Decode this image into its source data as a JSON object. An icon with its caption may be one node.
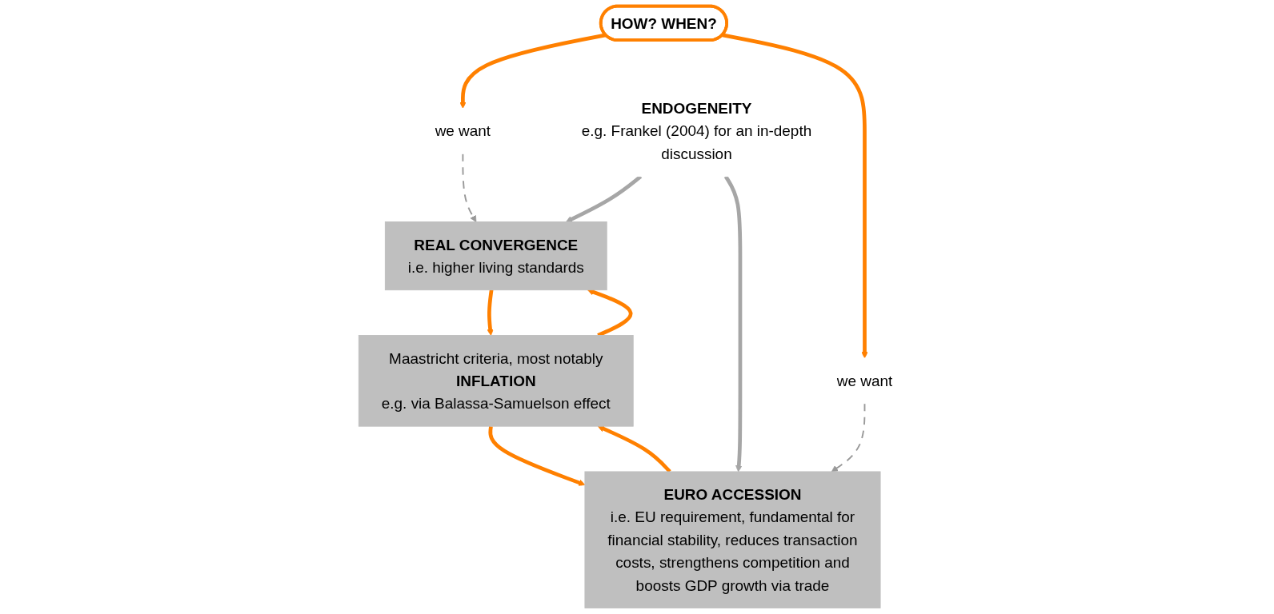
{
  "diagram": {
    "nodes": [
      {
        "text": [
          "we want"
        ]
      },
      {
        "text": [
          "REAL CONVERGENCE",
          "i.e. higher living standards"
        ]
      },
      {
        "text": [
          "HOW? WHEN?"
        ]
      },
      {
        "text": [
          "Maastricht criteria, most notably",
          "INFLATION",
          "e.g. via Balassa-Samuelson effect"
        ]
      },
      {
        "text": [
          "we want"
        ]
      },
      {
        "text": [
          "EURO ACCESSION",
          "i.e. EU requirement, fundamental for financial stability, reduces transaction costs, strengthens competition and boosts GDP growth via trade"
        ]
      },
      {
        "text": [
          "ENDOGENEITY",
          "e.g. Frankel (2004) for an in-depth discussion"
        ]
      }
    ],
    "edges": [
      {
        "from": 0,
        "to": 1,
        "arrow": "to",
        "style": "dashed",
        "color": "#999999"
      },
      {
        "from": 2,
        "to": 0,
        "arrow": "to"
      },
      {
        "from": 3,
        "to": 1,
        "arrow": "to"
      },
      {
        "from": 1,
        "to": 3,
        "arrow": "to"
      },
      {
        "from": 2,
        "to": 4,
        "arrow": "to"
      },
      {
        "from": 5,
        "to": 3,
        "arrow": "to"
      },
      {
        "from": 3,
        "to": 5,
        "arrow": "to"
      },
      {
        "from": 4,
        "to": 5,
        "arrow": "to",
        "style": "dashed",
        "color": "#999999"
      },
      {
        "from": 6,
        "to": 1,
        "arrow": "to",
        "color": "#a6a6a6"
      },
      {
        "from": 6,
        "to": 5,
        "arrow": "to",
        "color": "#a6a6a6"
      }
    ]
  }
}
